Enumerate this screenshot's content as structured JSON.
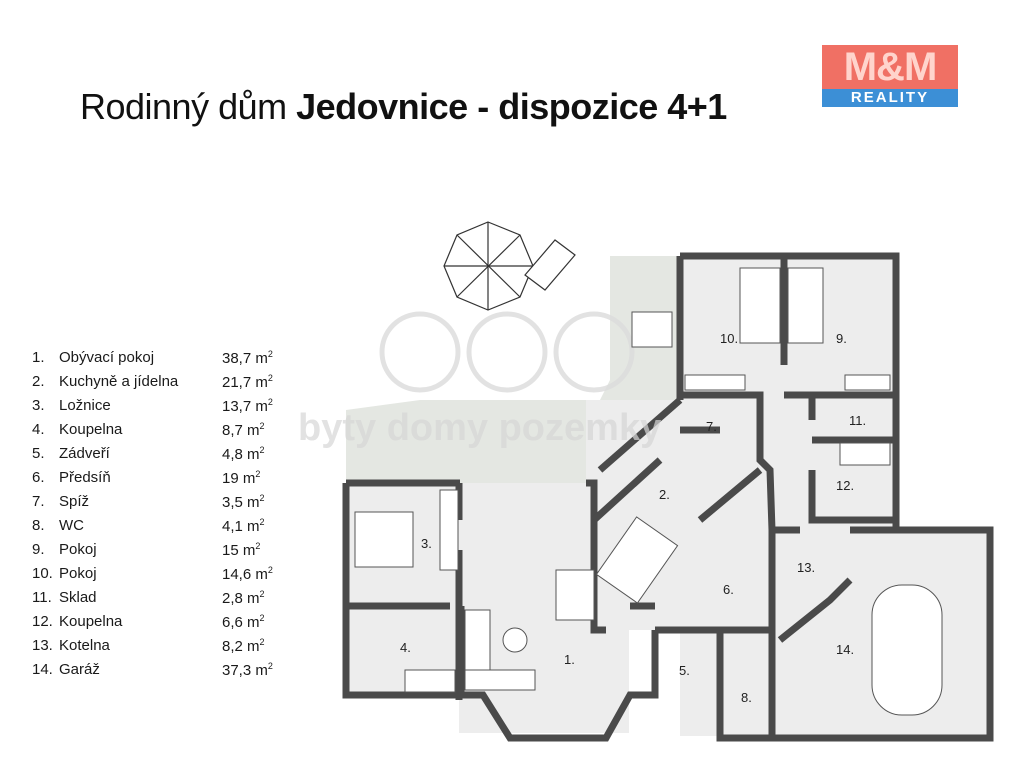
{
  "title": {
    "part1": "Rodinný dům ",
    "part2": "Jedovnice  - dispozice 4+1"
  },
  "logo": {
    "top": "M&M",
    "bottom": "REALITY"
  },
  "watermark": "byty domy pozemky",
  "legend": [
    {
      "num": "1.",
      "name": "Obývací pokoj",
      "area": "38,7 m",
      "sup": "2"
    },
    {
      "num": "2.",
      "name": "Kuchyně a jídelna",
      "area": "21,7 m",
      "sup": "2"
    },
    {
      "num": "3.",
      "name": "Ložnice",
      "area": "13,7 m",
      "sup": "2"
    },
    {
      "num": "4.",
      "name": "Koupelna",
      "area": "8,7 m",
      "sup": "2"
    },
    {
      "num": "5.",
      "name": "Zádveří",
      "area": "4,8 m",
      "sup": "2"
    },
    {
      "num": "6.",
      "name": "Předsíň",
      "area": "19 m",
      "sup": "2"
    },
    {
      "num": "7.",
      "name": "Spíž",
      "area": "3,5 m",
      "sup": "2"
    },
    {
      "num": "8.",
      "name": "WC",
      "area": "4,1 m",
      "sup": "2"
    },
    {
      "num": "9.",
      "name": "Pokoj",
      "area": "15 m",
      "sup": "2"
    },
    {
      "num": "10.",
      "name": "Pokoj",
      "area": "14,6 m",
      "sup": "2"
    },
    {
      "num": "11.",
      "name": "Sklad",
      "area": "2,8 m",
      "sup": "2"
    },
    {
      "num": "12.",
      "name": "Koupelna",
      "area": "6,6 m",
      "sup": "2"
    },
    {
      "num": "13.",
      "name": "Kotelna",
      "area": "8,2 m",
      "sup": "2"
    },
    {
      "num": "14.",
      "name": "Garáž",
      "area": "37,3 m",
      "sup": "2"
    }
  ],
  "rooms": {
    "r1": "1.",
    "r2": "2.",
    "r3": "3.",
    "r4": "4.",
    "r5": "5.",
    "r6": "6.",
    "r7": "7.",
    "r8": "8.",
    "r9": "9.",
    "r10": "10.",
    "r11": "11.",
    "r12": "12.",
    "r13": "13.",
    "r14": "14."
  },
  "colors": {
    "floor": "#ededed",
    "terrace": "#e4e7e2",
    "wall": "#4a4a4a",
    "logo_red": "#f07064",
    "logo_blue": "#3c8fd6"
  }
}
